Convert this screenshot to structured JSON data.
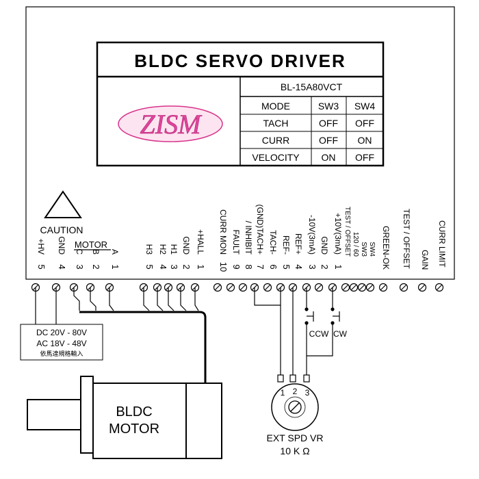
{
  "title": "BLDC  SERVO  DRIVER",
  "logo_text": "ZISM",
  "model": "BL-15A80VCT",
  "mode_table": {
    "headers": [
      "MODE",
      "SW3",
      "SW4"
    ],
    "rows": [
      [
        "TACH",
        "OFF",
        "OFF"
      ],
      [
        "CURR",
        "OFF",
        "ON"
      ],
      [
        "VELOCITY",
        "ON",
        "OFF"
      ]
    ]
  },
  "caution": "CAUTION",
  "motor_group_label": "MOTOR",
  "left_terminals": [
    {
      "label": "+HV",
      "num": "5"
    },
    {
      "label": "GND",
      "num": "4"
    },
    {
      "label": "C",
      "num": "3"
    },
    {
      "label": "B",
      "num": "2"
    },
    {
      "label": "A",
      "num": "1"
    }
  ],
  "hall_terminals": [
    {
      "label": "H3",
      "num": "5"
    },
    {
      "label": "H2",
      "num": "4"
    },
    {
      "label": "H1",
      "num": "3"
    },
    {
      "label": "GND",
      "num": "2"
    },
    {
      "label": "+HALL",
      "num": "1"
    }
  ],
  "io_terminals": [
    {
      "label": "CURR MON",
      "num": "10"
    },
    {
      "label": "FAULT",
      "num": "9"
    },
    {
      "label": "/ INHIBIT",
      "num": "8"
    },
    {
      "label": "(GND)TACH+",
      "num": "7"
    },
    {
      "label": "TACH-",
      "num": "6"
    },
    {
      "label": "REF-",
      "num": "5"
    },
    {
      "label": "REF+",
      "num": "4"
    },
    {
      "label": "-10V(3mA)",
      "num": "3"
    },
    {
      "label": "GND",
      "num": "2"
    },
    {
      "label": "+10V(3mA)",
      "num": "1"
    }
  ],
  "dip_labels": {
    "test_offset_small": "TEST / OFFSET",
    "ratio": "120 / 60",
    "sw3": "SW3",
    "sw4": "SW4"
  },
  "pot_labels": [
    "GREEN-OK",
    "TEST / OFFSET",
    "GAIN",
    "CURR LIMIT"
  ],
  "power_supply": {
    "dc": "DC 20V - 80V",
    "ac": "AC 18V - 48V",
    "note": "依馬達規格輸入"
  },
  "switch_labels": {
    "ccw": "CCW",
    "cw": "CW"
  },
  "pot_pins": [
    "1",
    "2",
    "3"
  ],
  "motor_labels": [
    "BLDC",
    "MOTOR"
  ],
  "ext_pot": {
    "name": "EXT SPD VR",
    "value": "10 K Ω"
  }
}
